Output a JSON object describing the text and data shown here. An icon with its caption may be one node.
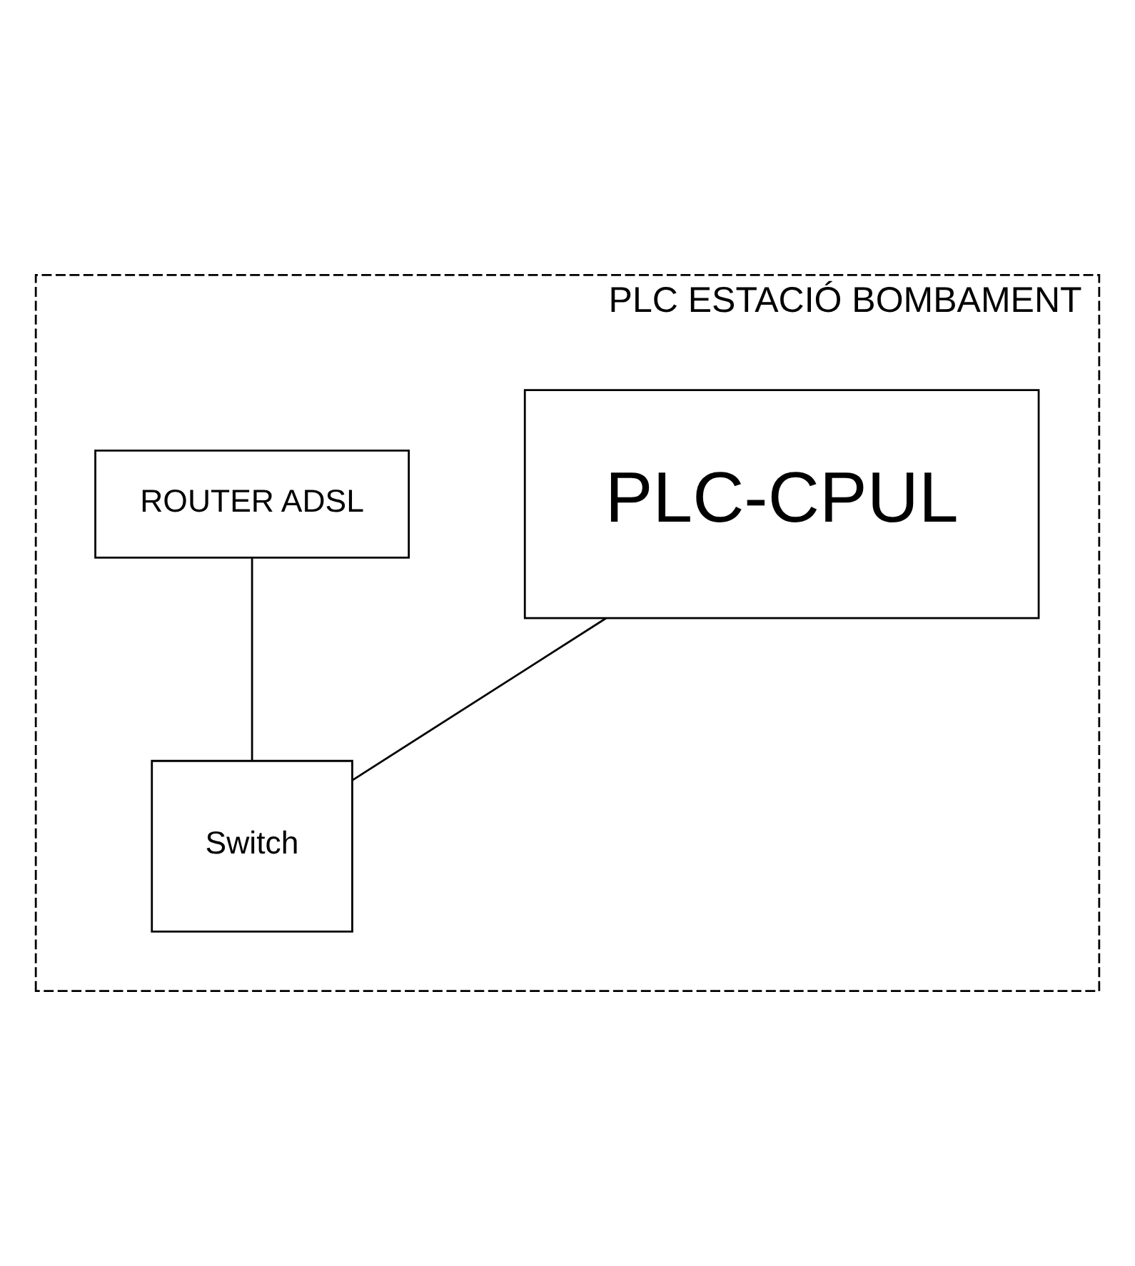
{
  "diagram": {
    "nodes": [
      {
        "text": [
          "PLC ESTACIÓ BOMBAMENT"
        ]
      },
      {
        "text": [
          "PLC-CPUL"
        ],
        "in": 0
      },
      {
        "text": [
          "ROUTER ADSL"
        ],
        "in": 0
      },
      {
        "text": [
          "Switch"
        ],
        "in": 0
      }
    ],
    "edges": [
      {
        "from": 2,
        "to": 3,
        "arrow": "none"
      },
      {
        "from": 3,
        "to": 1,
        "arrow": "none"
      }
    ]
  }
}
